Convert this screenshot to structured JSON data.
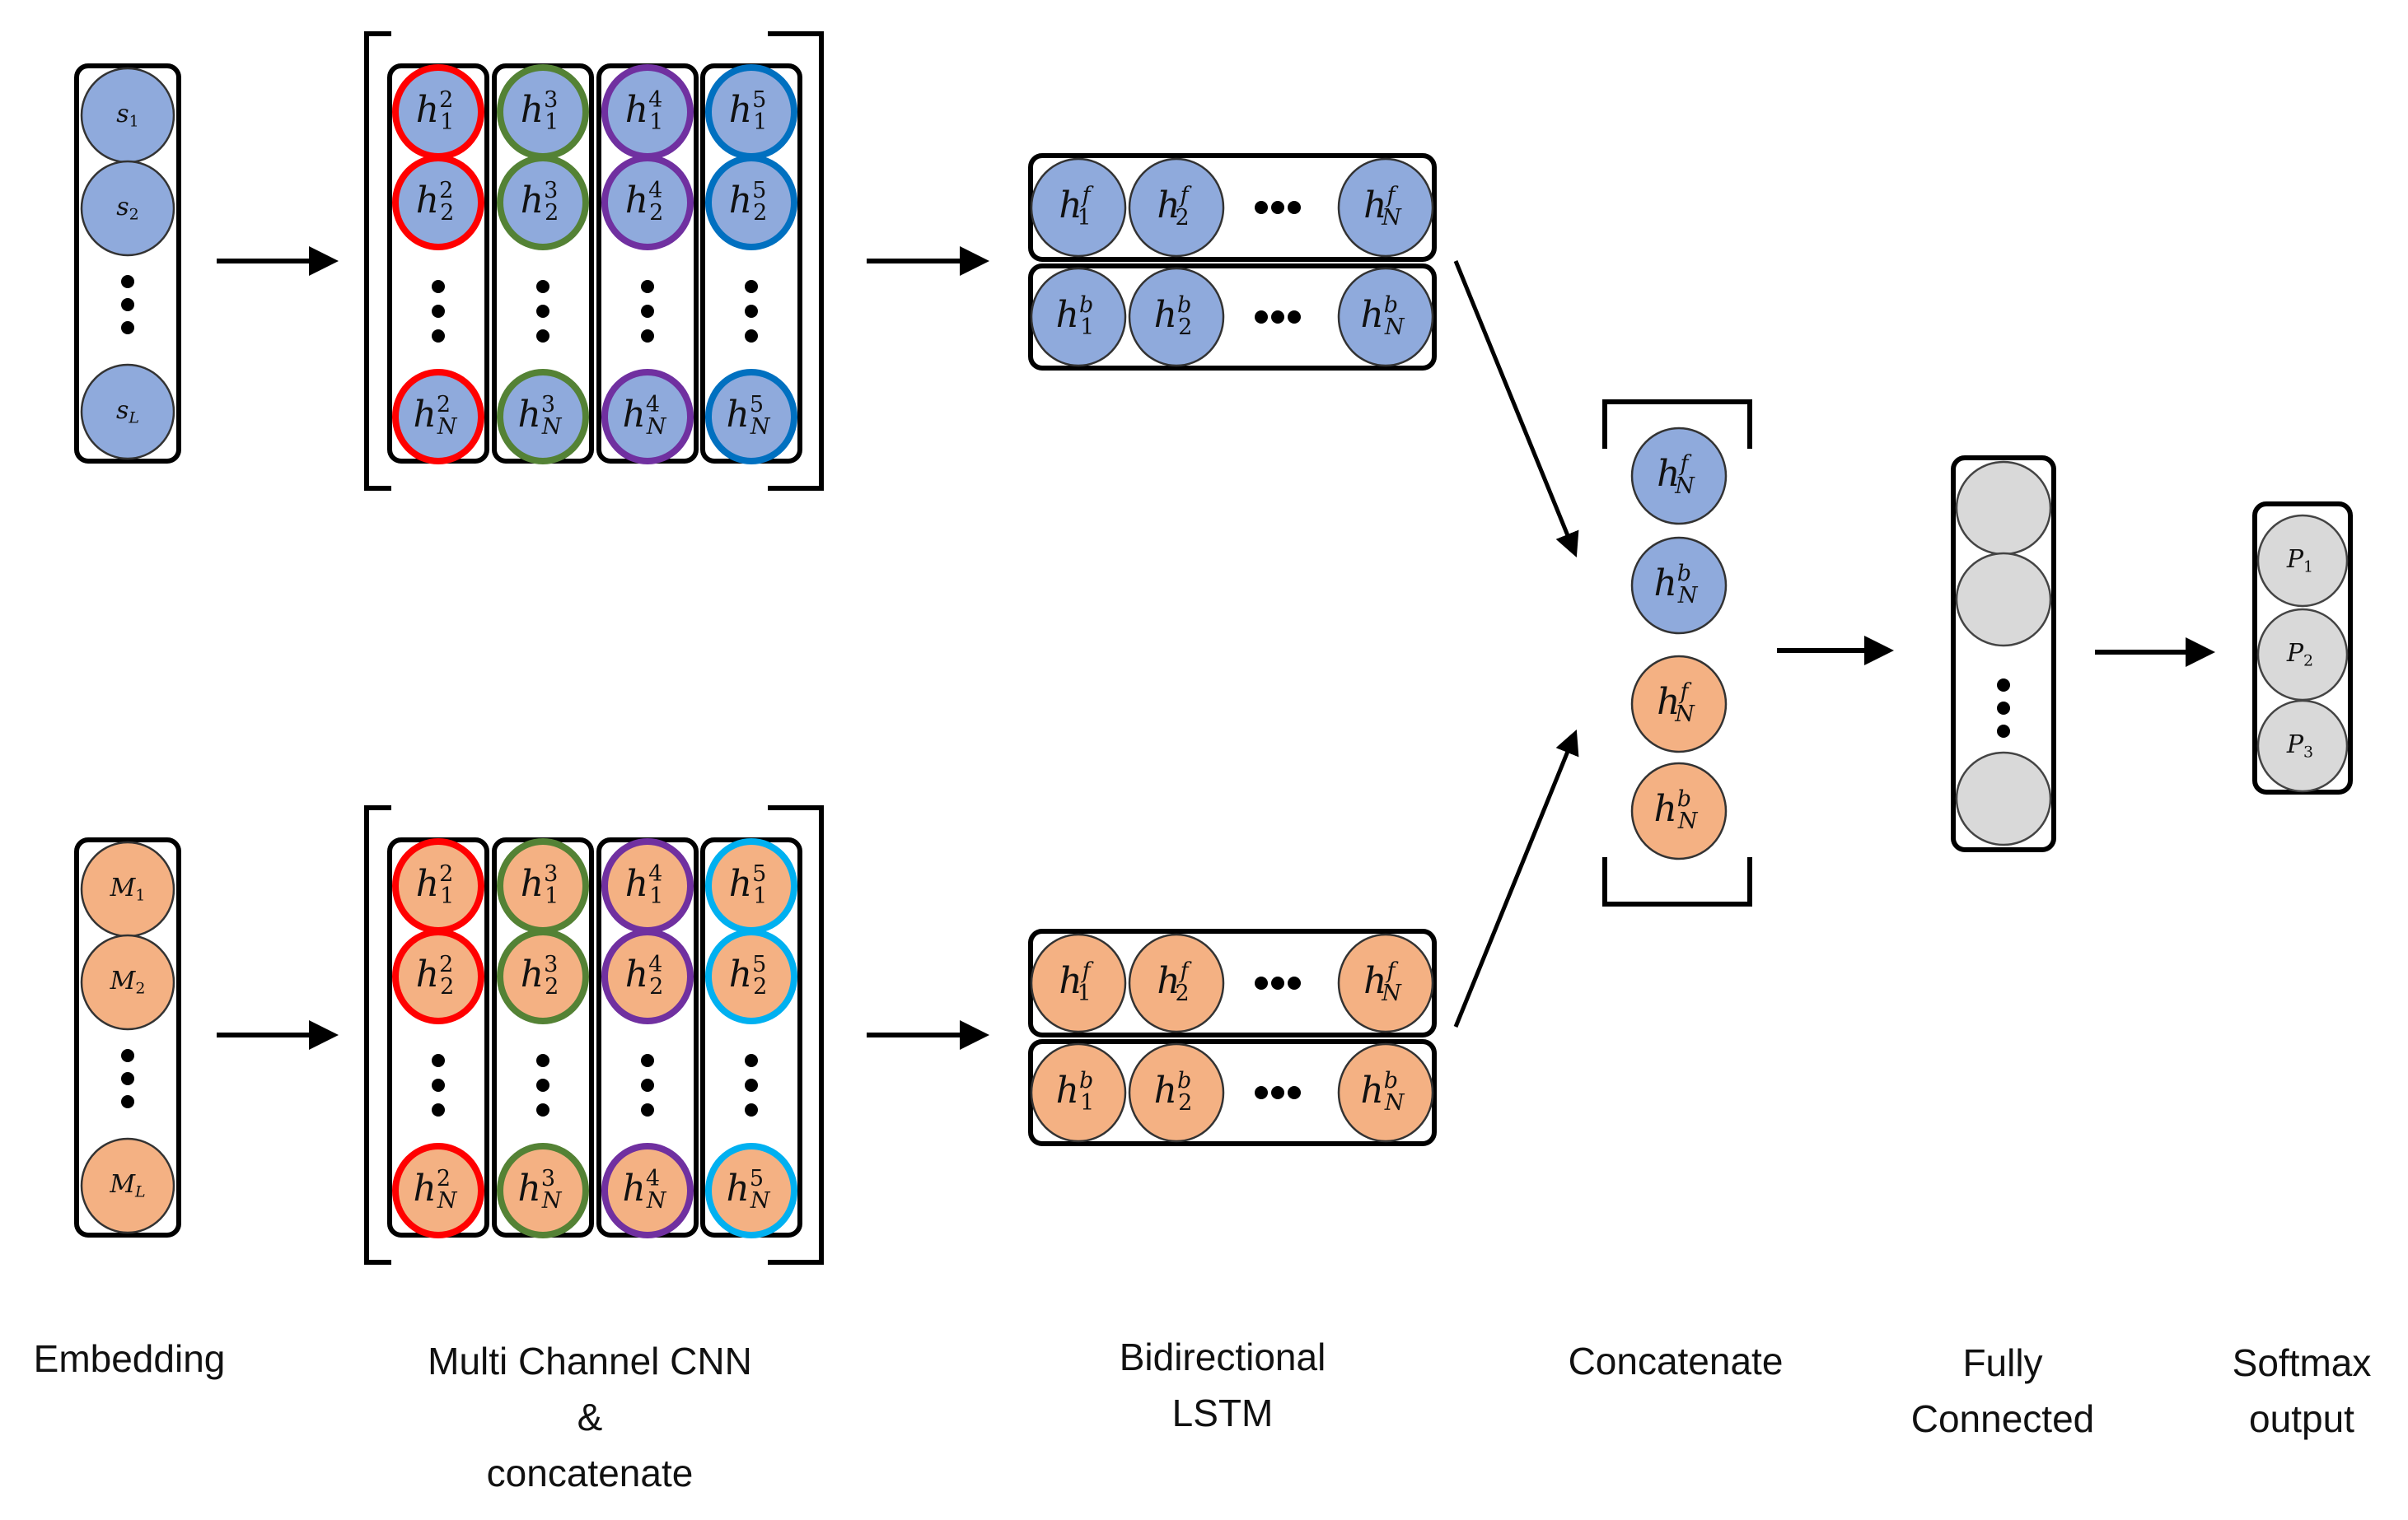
{
  "title": "Multi-channel CNN + Bidirectional LSTM architecture",
  "colors": {
    "blue_fill": "#8FAADC",
    "orange_fill": "#F4B183",
    "grey_fill": "#D9D9D9",
    "channel_red": "#FF0000",
    "channel_green": "#548235",
    "channel_purple": "#7030A0",
    "channel_blue": "#0070C0",
    "channel_cyan": "#00B0F0",
    "stroke": "#000000"
  },
  "branches": [
    {
      "id": "top",
      "fill_key": "blue_fill",
      "embedding": [
        "S_1",
        "S_2",
        "S_L"
      ],
      "cnn_channels": [
        {
          "superscript": "2",
          "border_key": "channel_red",
          "nodes": [
            "1",
            "2",
            "N"
          ]
        },
        {
          "superscript": "3",
          "border_key": "channel_green",
          "nodes": [
            "1",
            "2",
            "N"
          ]
        },
        {
          "superscript": "4",
          "border_key": "channel_purple",
          "nodes": [
            "1",
            "2",
            "N"
          ]
        },
        {
          "superscript": "5",
          "border_key": "channel_blue",
          "nodes": [
            "1",
            "2",
            "N"
          ]
        }
      ],
      "lstm": {
        "forward": {
          "superscript": "f",
          "nodes": [
            "1",
            "2",
            "N"
          ]
        },
        "backward": {
          "superscript": "b",
          "nodes": [
            "1",
            "2",
            "N"
          ]
        }
      }
    },
    {
      "id": "bottom",
      "fill_key": "orange_fill",
      "embedding": [
        "M_1",
        "M_2",
        "M_L"
      ],
      "cnn_channels": [
        {
          "superscript": "2",
          "border_key": "channel_red",
          "nodes": [
            "1",
            "2",
            "N"
          ]
        },
        {
          "superscript": "3",
          "border_key": "channel_green",
          "nodes": [
            "1",
            "2",
            "N"
          ]
        },
        {
          "superscript": "4",
          "border_key": "channel_purple",
          "nodes": [
            "1",
            "2",
            "N"
          ]
        },
        {
          "superscript": "5",
          "border_key": "channel_cyan",
          "nodes": [
            "1",
            "2",
            "N"
          ]
        }
      ],
      "lstm": {
        "forward": {
          "superscript": "f",
          "nodes": [
            "1",
            "2",
            "N"
          ]
        },
        "backward": {
          "superscript": "b",
          "nodes": [
            "1",
            "2",
            "N"
          ]
        }
      }
    }
  ],
  "concatenate_nodes": [
    {
      "superscript": "f",
      "subscript": "N",
      "fill_key": "blue_fill"
    },
    {
      "superscript": "b",
      "subscript": "N",
      "fill_key": "blue_fill"
    },
    {
      "superscript": "f",
      "subscript": "N",
      "fill_key": "orange_fill"
    },
    {
      "superscript": "b",
      "subscript": "N",
      "fill_key": "orange_fill"
    }
  ],
  "fully_connected_nodes": 3,
  "softmax_nodes": [
    "P_1",
    "P_2",
    "P_3"
  ],
  "ellipsis": "•••",
  "stage_labels": {
    "embedding": [
      "Embedding"
    ],
    "cnn": [
      "Multi Channel CNN",
      "&",
      "concatenate"
    ],
    "lstm": [
      "Bidirectional",
      "LSTM"
    ],
    "concatenate": [
      "Concatenate"
    ],
    "fully_connected": [
      "Fully",
      "Connected"
    ],
    "softmax": [
      "Softmax",
      "output"
    ]
  }
}
